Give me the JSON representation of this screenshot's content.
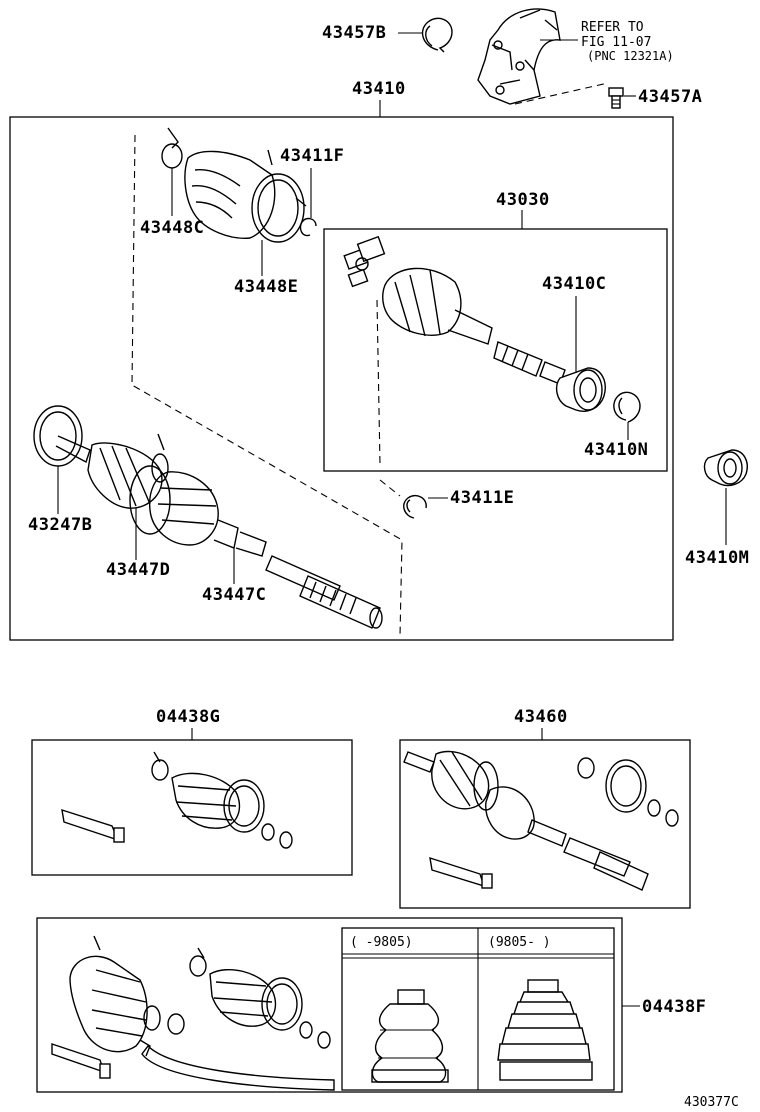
{
  "labels": {
    "p43457B": "43457B",
    "p43457A": "43457A",
    "refer_line1": "REFER TO",
    "refer_line2": "FIG 11-07",
    "refer_line3": "(PNC 12321A)",
    "p43410": "43410",
    "p43411F": "43411F",
    "p43448C": "43448C",
    "p43448E": "43448E",
    "p43030": "43030",
    "p43410C": "43410C",
    "p43410N": "43410N",
    "p43411E": "43411E",
    "p43410M": "43410M",
    "p43247B": "43247B",
    "p43447D": "43447D",
    "p43447C": "43447C",
    "p04438G": "04438G",
    "p43460": "43460",
    "p04438F": "04438F",
    "date_before": "(     -9805)",
    "date_after": "(9805-      )",
    "figure_code": "430377C"
  }
}
